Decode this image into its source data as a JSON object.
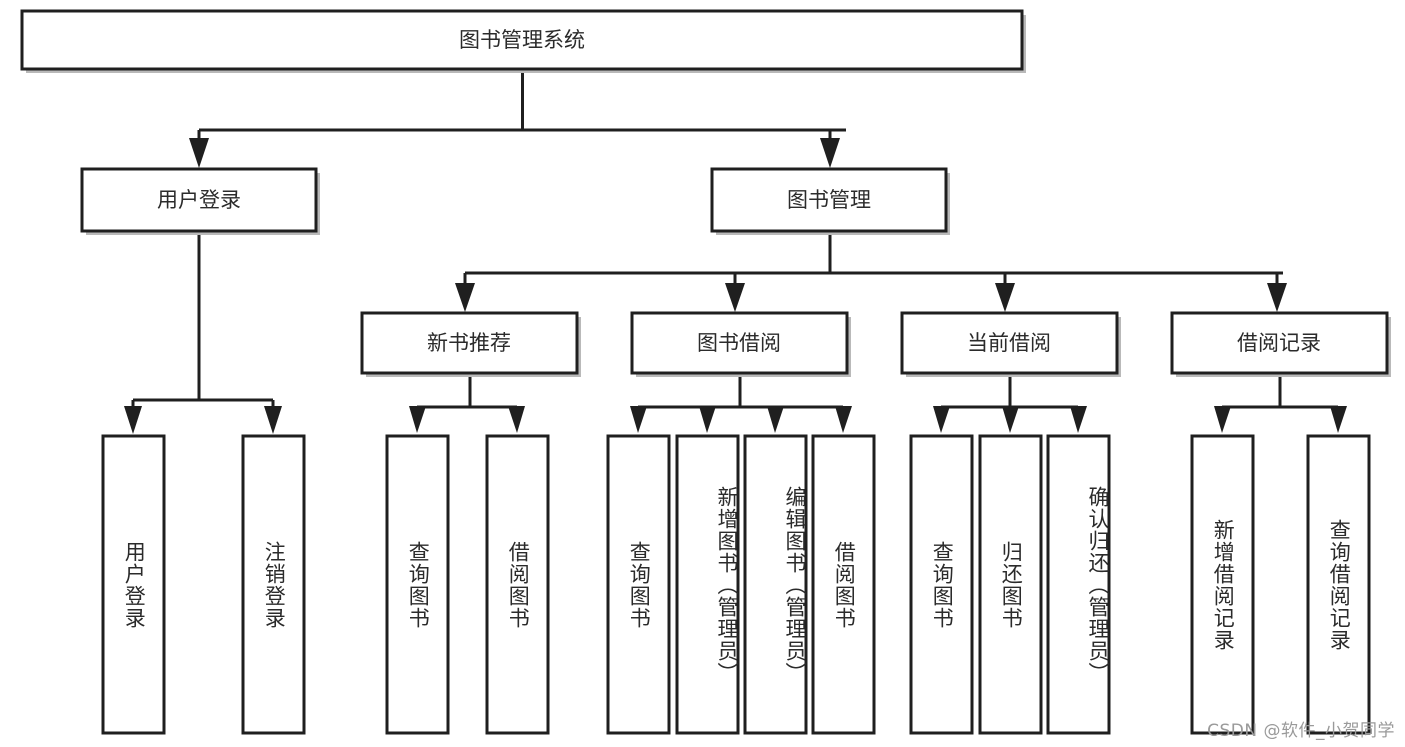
{
  "diagram": {
    "title": "图书管理系统",
    "type": "tree-hierarchy-diagram",
    "watermark": "CSDN @软件_小贺同学",
    "colors": {
      "box_border": "#1f1f1f",
      "box_fill": "#ffffff",
      "text": "#2b2b2b",
      "connector": "#1f1f1f",
      "watermark": "#9a9a9a",
      "shadow": "#b9b9b9"
    },
    "root": {
      "id": "root",
      "label": "图书管理系统",
      "orientation": "horizontal"
    },
    "level2": [
      {
        "id": "user-login",
        "label": "用户登录",
        "orientation": "horizontal"
      },
      {
        "id": "book-manage",
        "label": "图书管理",
        "orientation": "horizontal"
      }
    ],
    "level3": [
      {
        "id": "new-book-recommend",
        "label": "新书推荐",
        "parent": "book-manage",
        "orientation": "horizontal"
      },
      {
        "id": "book-borrow",
        "label": "图书借阅",
        "parent": "book-manage",
        "orientation": "horizontal"
      },
      {
        "id": "current-borrow",
        "label": "当前借阅",
        "parent": "book-manage",
        "orientation": "horizontal"
      },
      {
        "id": "borrow-record",
        "label": "借阅记录",
        "parent": "book-manage",
        "orientation": "horizontal"
      }
    ],
    "leaves": [
      {
        "id": "leaf-user-login",
        "label": "用户登录",
        "parent": "user-login",
        "orientation": "vertical"
      },
      {
        "id": "leaf-logout",
        "label": "注销登录",
        "parent": "user-login",
        "orientation": "vertical"
      },
      {
        "id": "leaf-query-book-1",
        "label": "查询图书",
        "parent": "new-book-recommend",
        "orientation": "vertical"
      },
      {
        "id": "leaf-borrow-book-1",
        "label": "借阅图书",
        "parent": "new-book-recommend",
        "orientation": "vertical"
      },
      {
        "id": "leaf-query-book-2",
        "label": "查询图书",
        "parent": "book-borrow",
        "orientation": "vertical"
      },
      {
        "id": "leaf-add-book",
        "label": "新增图书（管理员）",
        "parent": "book-borrow",
        "orientation": "vertical"
      },
      {
        "id": "leaf-edit-book",
        "label": "编辑图书（管理员）",
        "parent": "book-borrow",
        "orientation": "vertical"
      },
      {
        "id": "leaf-borrow-book-2",
        "label": "借阅图书",
        "parent": "book-borrow",
        "orientation": "vertical"
      },
      {
        "id": "leaf-query-book-3",
        "label": "查询图书",
        "parent": "current-borrow",
        "orientation": "vertical"
      },
      {
        "id": "leaf-return-book",
        "label": "归还图书",
        "parent": "current-borrow",
        "orientation": "vertical"
      },
      {
        "id": "leaf-confirm-return",
        "label": "确认归还（管理员）",
        "parent": "current-borrow",
        "orientation": "vertical"
      },
      {
        "id": "leaf-add-record",
        "label": "新增借阅记录",
        "parent": "borrow-record",
        "orientation": "vertical"
      },
      {
        "id": "leaf-query-record",
        "label": "查询借阅记录",
        "parent": "borrow-record",
        "orientation": "vertical"
      }
    ]
  }
}
